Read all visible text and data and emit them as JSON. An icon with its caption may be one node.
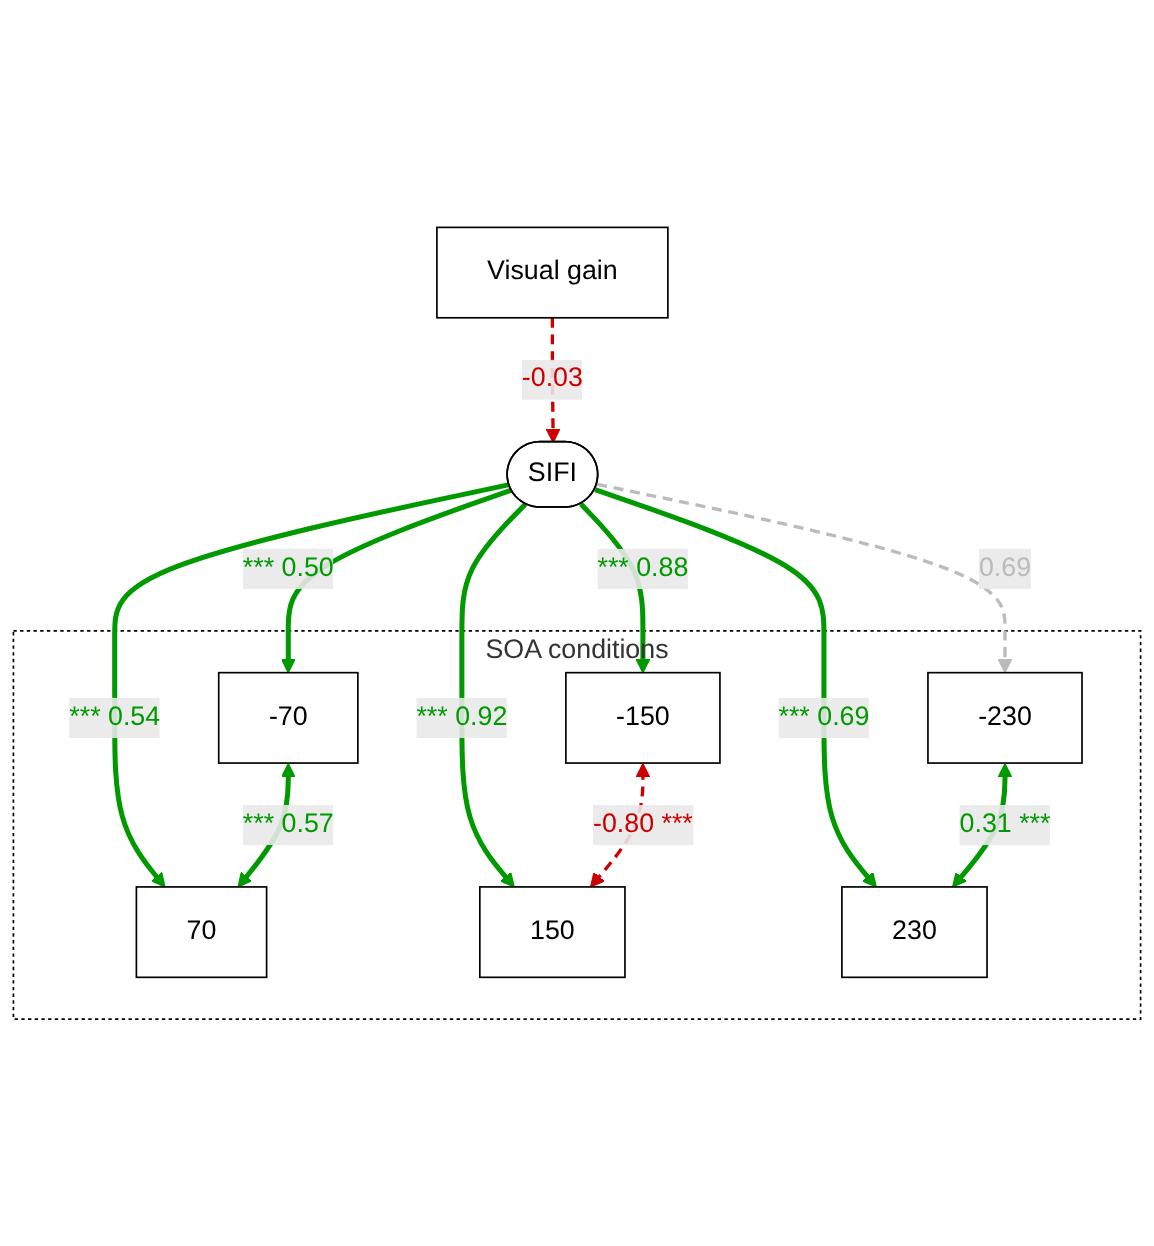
{
  "diagram": {
    "nodes": [
      {
        "text": [
          "Visual gain"
        ]
      },
      {
        "text": [
          "SIFI"
        ]
      },
      {
        "text": [
          "SOA conditions"
        ]
      },
      {
        "text": [
          "-230"
        ],
        "in": 2
      },
      {
        "text": [
          "-150"
        ],
        "in": 2
      },
      {
        "text": [
          "-70"
        ],
        "in": 2
      },
      {
        "text": [
          "70"
        ],
        "in": 2
      },
      {
        "text": [
          "150"
        ],
        "in": 2
      },
      {
        "text": [
          "230"
        ],
        "in": 2
      }
    ],
    "edges": [
      {
        "from": 0,
        "to": 1,
        "arrow": "to",
        "label": "-0.03",
        "style": "dashed",
        "color": "#cc0000"
      },
      {
        "from": 1,
        "to": 3,
        "arrow": "to",
        "label": "0.69",
        "style": "dashed",
        "color": "#bbbbbb"
      },
      {
        "from": 1,
        "to": 4,
        "arrow": "to",
        "label": "*** 0.88"
      },
      {
        "from": 1,
        "to": 5,
        "arrow": "to",
        "label": "*** 0.50"
      },
      {
        "from": 1,
        "to": 6,
        "arrow": "to",
        "label": "*** 0.54"
      },
      {
        "from": 1,
        "to": 7,
        "arrow": "to",
        "label": "*** 0.92"
      },
      {
        "from": 1,
        "to": 8,
        "arrow": "to",
        "label": "*** 0.69"
      },
      {
        "from": 5,
        "to": 6,
        "arrow": "both",
        "label": "*** 0.57"
      },
      {
        "from": 4,
        "to": 7,
        "arrow": "both",
        "label": "-0.80 ***",
        "style": "dashed",
        "color": "#cc0000"
      },
      {
        "from": 3,
        "to": 8,
        "arrow": "both",
        "label": "0.31 ***"
      }
    ]
  }
}
